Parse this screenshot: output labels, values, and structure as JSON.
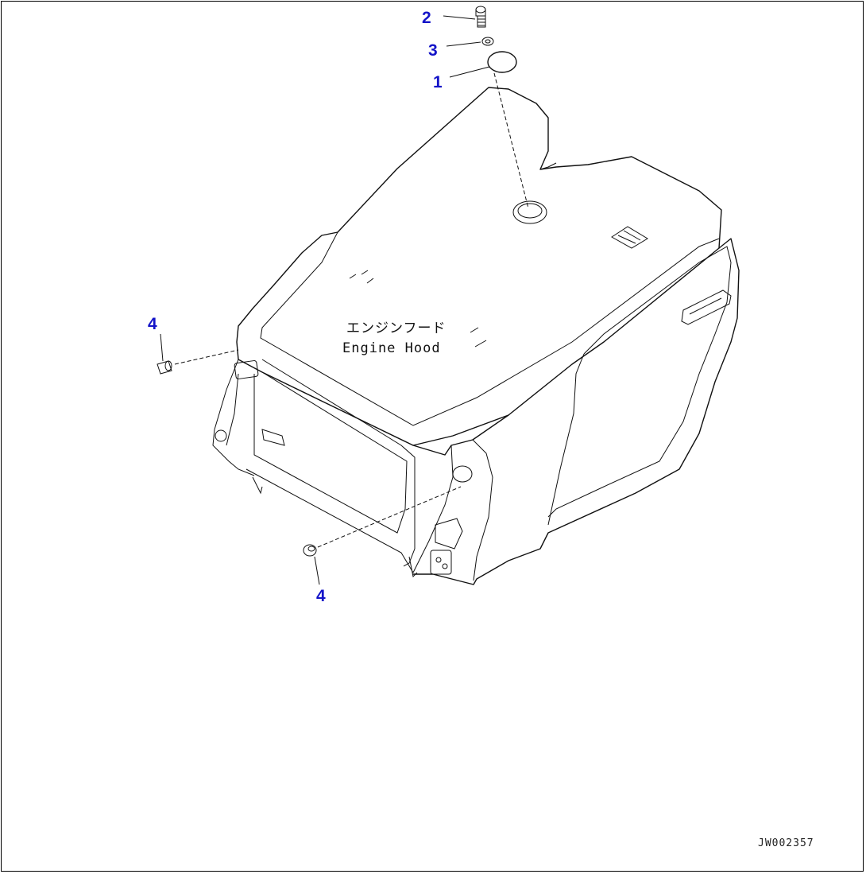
{
  "diagram": {
    "hood_label_jp": "エンジンフード",
    "hood_label_en": "Engine Hood",
    "drawing_id": "JW002357",
    "callouts": [
      {
        "id": "callout-2",
        "label": "2"
      },
      {
        "id": "callout-3",
        "label": "3"
      },
      {
        "id": "callout-1",
        "label": "1"
      },
      {
        "id": "callout-4-left",
        "label": "4"
      },
      {
        "id": "callout-4-bottom",
        "label": "4"
      }
    ],
    "colors": {
      "callout": "#1414c8",
      "line": "#111111",
      "background": "#ffffff"
    }
  }
}
